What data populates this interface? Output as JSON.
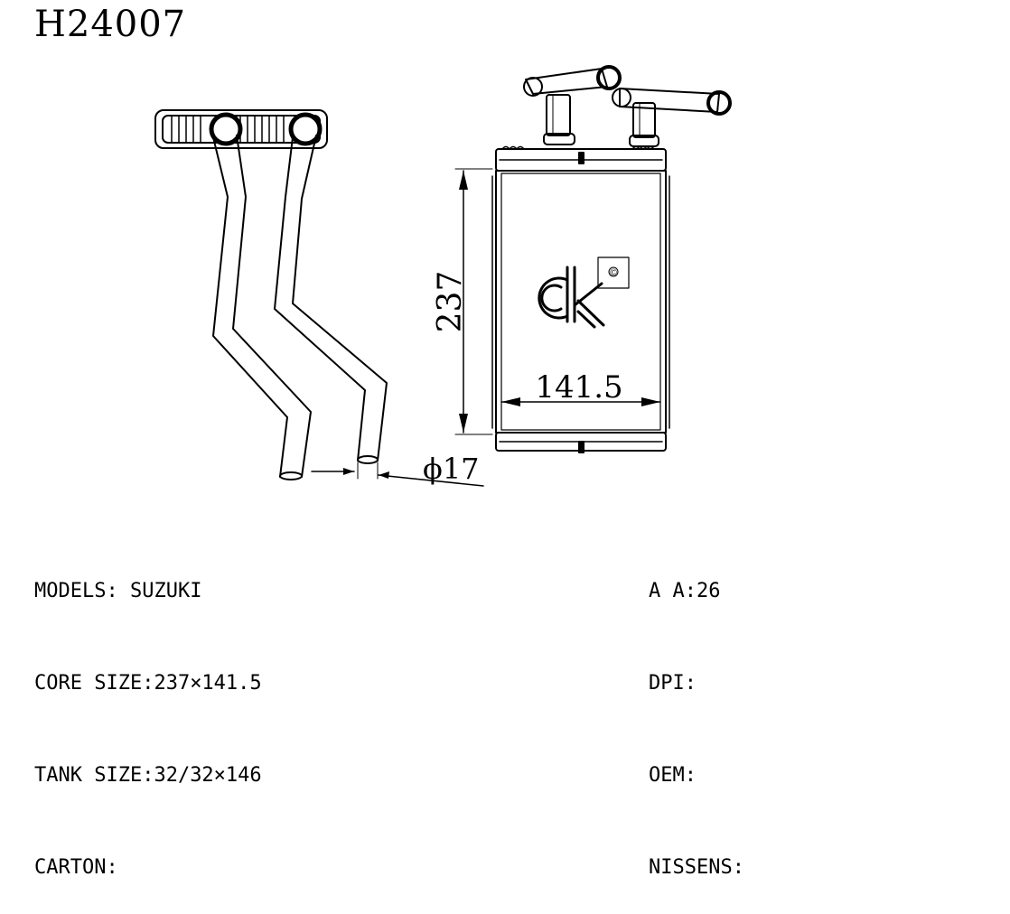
{
  "part_number": "H24007",
  "dimensions": {
    "height": "237",
    "width": "141.5",
    "pipe_diameter": "ϕ17"
  },
  "logo": {
    "text": "ck",
    "trademark": "©"
  },
  "specs_left": [
    {
      "label": "MODELS:",
      "value": " SUZUKI"
    },
    {
      "label": "CORE SIZE:",
      "value": "237×141.5"
    },
    {
      "label": "TANK SIZE:",
      "value": "32/32×146"
    },
    {
      "label": "CARTON:",
      "value": ""
    }
  ],
  "specs_right": [
    {
      "label": "A A:",
      "value": "26"
    },
    {
      "label": "DPI:",
      "value": ""
    },
    {
      "label": "OEM:",
      "value": ""
    },
    {
      "label": "NISSENS:",
      "value": ""
    }
  ]
}
